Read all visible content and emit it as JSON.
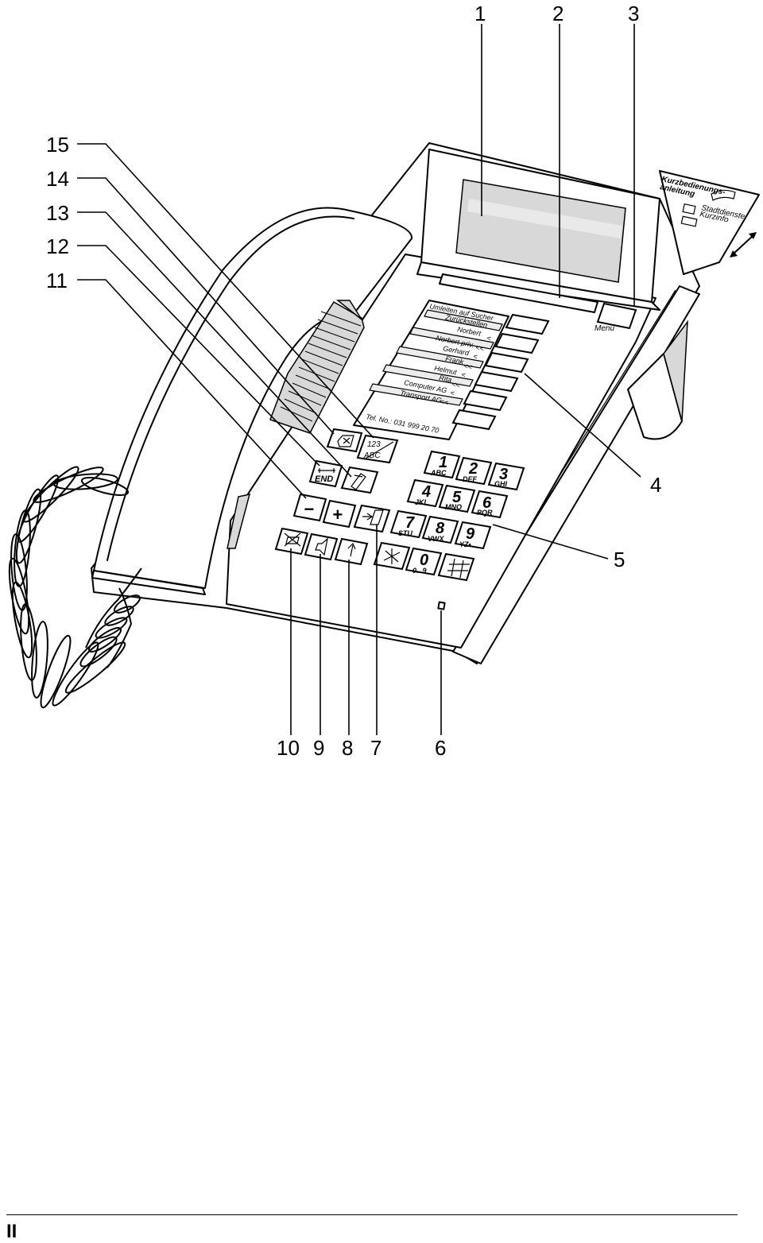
{
  "callouts": {
    "c1": "1",
    "c2": "2",
    "c3": "3",
    "c4": "4",
    "c5": "5",
    "c6": "6",
    "c7": "7",
    "c8": "8",
    "c9": "9",
    "c10": "10",
    "c11": "11",
    "c12": "12",
    "c13": "13",
    "c14": "14",
    "c15": "15"
  },
  "label_strip": {
    "rows": [
      "Umleiten auf Sucher",
      "Zurückstellen",
      "Norbert",
      "Norbert priv.",
      "Gerhard",
      "Frank",
      "Helmut",
      "Rita",
      "Computer AG",
      "Transport AG"
    ],
    "marks": [
      "",
      "",
      "<",
      "<<",
      "<",
      "<<",
      "<",
      "<<",
      "<",
      "<<"
    ],
    "phone": "Tel. No.: 031 999 20 70"
  },
  "menu_label": "Menu",
  "quick_guide": {
    "title": "Kurzbedienungs-",
    "title2": "anleitung",
    "line1": "Stadtdienste",
    "line2": "Kurzinfo"
  },
  "keys": {
    "k1": "1",
    "k1s": "ABC",
    "k2": "2",
    "k2s": "DEF",
    "k3": "3",
    "k3s": "GHI",
    "k4": "4",
    "k4s": "JKL",
    "k5": "5",
    "k5s": "MNO",
    "k6": "6",
    "k6s": "PQR",
    "k7": "7",
    "k7s": "STU",
    "k8": "8",
    "k8s": "VWX",
    "k9": "9",
    "k9s": "YZ•",
    "k0": "0",
    "k0s": "0...9",
    "end": "END",
    "abc_top": "123",
    "abc_bot": "ABC",
    "minus": "−",
    "plus": "+"
  },
  "page_number": "II"
}
